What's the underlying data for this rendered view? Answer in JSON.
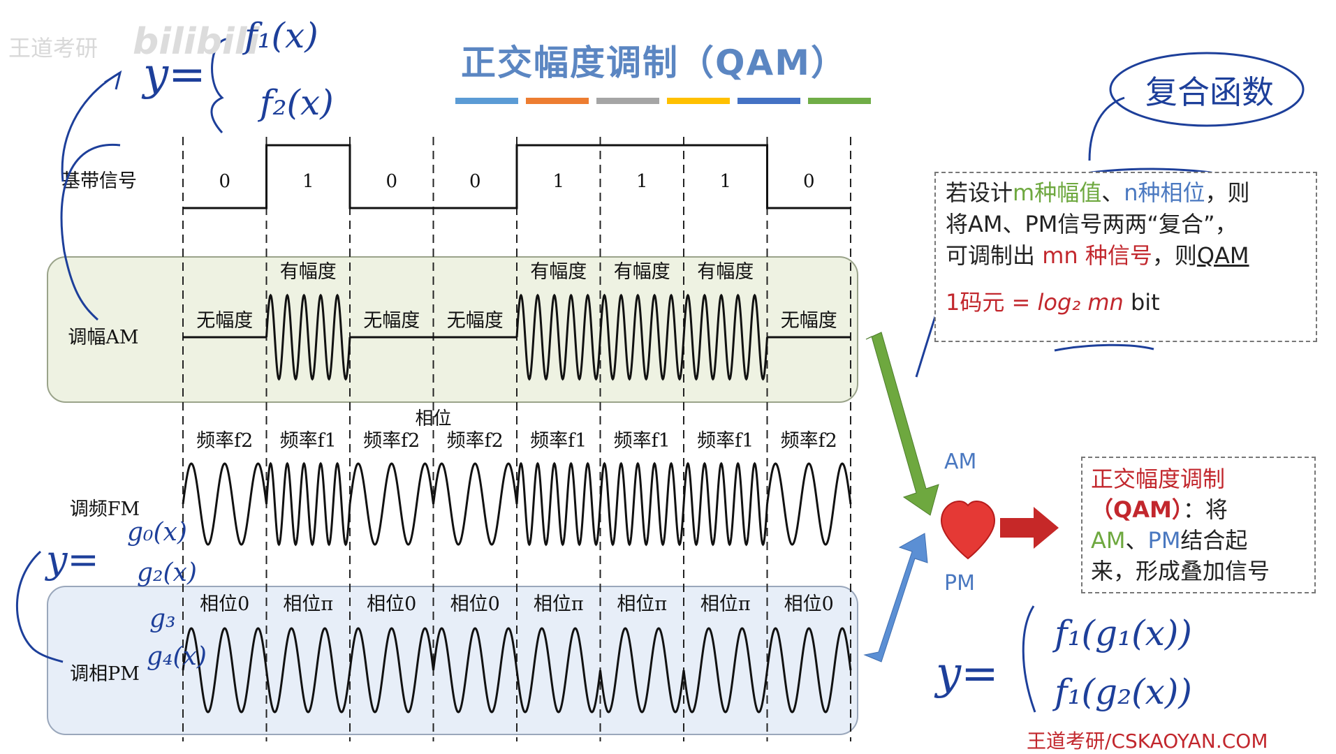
{
  "title": "正交幅度调制（QAM）",
  "title_bar_colors": [
    "#5b9bd5",
    "#ed7d31",
    "#a5a5a5",
    "#ffc000",
    "#4472c4",
    "#70ad47"
  ],
  "logo": "王道考研",
  "bilibili": "bilibili",
  "rows": {
    "baseband": "基带信号",
    "am": "调幅AM",
    "fm": "调频FM",
    "pm": "调相PM"
  },
  "bits": [
    "0",
    "1",
    "0",
    "0",
    "1",
    "1",
    "1",
    "0"
  ],
  "am_labels": [
    "无幅度",
    "有幅度",
    "无幅度",
    "无幅度",
    "有幅度",
    "有幅度",
    "有幅度",
    "无幅度"
  ],
  "fm_labels": [
    "频率f2",
    "频率f1",
    "频率f2",
    "频率f2",
    "频率f1",
    "频率f1",
    "频率f1",
    "频率f2"
  ],
  "phase_header": "相位",
  "pm_labels": [
    "相位0",
    "相位π",
    "相位0",
    "相位0",
    "相位π",
    "相位π",
    "相位π",
    "相位0"
  ],
  "note1": {
    "line1_a": "若设计",
    "line1_b": "m种幅值",
    "line1_c": "、",
    "line1_d": "n种相位",
    "line1_e": "，则",
    "line2": "将AM、PM信号两两“复合”，",
    "line3_a": "可调制出 ",
    "line3_b": "mn 种信号",
    "line3_c": "，则",
    "line3_d": "QAM",
    "line4_a": "1码元 = ",
    "line4_b": "log₂ mn",
    "line4_c": " bit"
  },
  "am_arrow_label": "AM",
  "pm_arrow_label": "PM",
  "note2": {
    "line1": "正交幅度调制",
    "line2_a": "（QAM）",
    "line2_b": "：将",
    "line3_a": "AM",
    "line3_b": "、",
    "line3_c": "PM",
    "line3_d": "结合起",
    "line4": "来，形成叠加信号"
  },
  "annotations": {
    "top_formula_lhs": "y=",
    "top_formula_1": "f₁(x)",
    "top_formula_2": "f₂(x)",
    "fn_note": "复合函数",
    "left_formula_lhs": "y=",
    "left_g0": "g₀(x)",
    "left_g2": "g₂(x)",
    "left_g3": "g₃",
    "left_g4": "g₄(x)",
    "bottom_formula_lhs": "y=",
    "bottom_1": "f₁(g₁(x))",
    "bottom_2": "f₁(g₂(x))"
  },
  "watermark": "王道考研/CSKAOYAN.COM"
}
